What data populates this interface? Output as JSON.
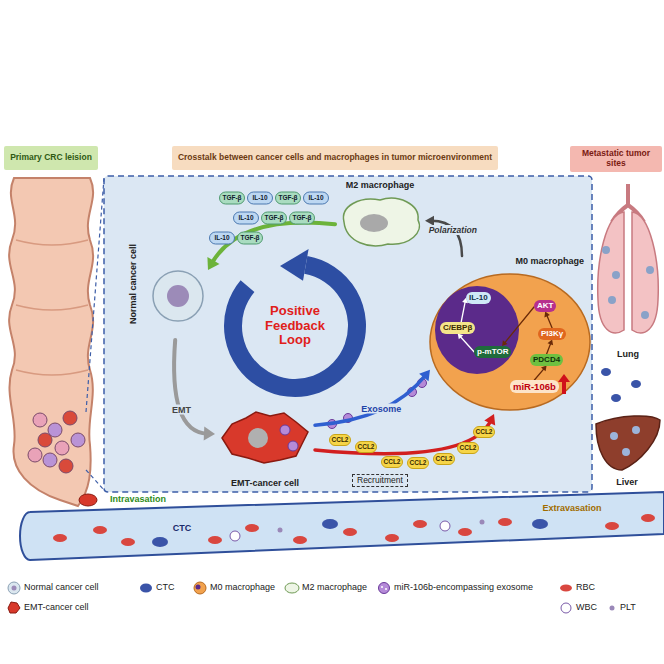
{
  "diagram": {
    "nodes": [
      {
        "text": [
          "Primary CRC leision"
        ]
      },
      {
        "text": [
          "Crosstalk between cancer cells and macrophages in tumor microenvironment"
        ]
      },
      {
        "text": [
          "Metastatic tumor sites"
        ]
      },
      {
        "text": [
          "M2 macrophage"
        ]
      },
      {
        "text": [
          "Positive Feedback Loop"
        ]
      },
      {
        "text": [
          "Normal cancer cell"
        ]
      },
      {
        "text": [
          "EMT-cancer cell"
        ]
      },
      {
        "text": [
          "M0 macrophage"
        ]
      },
      {
        "text": [
          "IL-10"
        ],
        "in": 7
      },
      {
        "text": [
          "C/EBPβ"
        ],
        "in": 7
      },
      {
        "text": [
          "p-mTOR"
        ],
        "in": 7
      },
      {
        "text": [
          "AKT"
        ],
        "in": 7
      },
      {
        "text": [
          "PI3Kγ"
        ],
        "in": 7
      },
      {
        "text": [
          "PDCD4"
        ],
        "in": 7
      },
      {
        "text": [
          "miR-106b"
        ],
        "in": 7
      },
      {
        "text": [
          "Recruitment"
        ]
      },
      {
        "text": [
          "Lung"
        ]
      },
      {
        "text": [
          "Liver"
        ]
      }
    ],
    "edges": [
      {
        "from": 7,
        "to": 3,
        "label": "Polarization",
        "arrow": "to"
      },
      {
        "from": 3,
        "to": 5,
        "arrow": "to"
      },
      {
        "from": 5,
        "to": 6,
        "label": "EMT",
        "arrow": "to"
      },
      {
        "from": 6,
        "to": 7,
        "label": "Exosome",
        "arrow": "to"
      },
      {
        "from": 6,
        "to": 7,
        "arrow": "to"
      },
      {
        "from": 14,
        "to": 13,
        "arrow": "to"
      },
      {
        "from": 13,
        "to": 12,
        "arrow": "to"
      },
      {
        "from": 12,
        "to": 11,
        "arrow": "to"
      },
      {
        "from": 11,
        "to": 10,
        "arrow": "to"
      },
      {
        "from": 10,
        "to": 9,
        "arrow": "to"
      },
      {
        "from": 9,
        "to": 8,
        "arrow": "to"
      }
    ],
    "labels": [
      "TGF-β",
      "IL-10",
      "TGF-β",
      "IL-10",
      "IL-10",
      "TGF-β",
      "TGF-β",
      "IL-10",
      "TGF-β",
      "CCL2",
      "CCL2",
      "CCL2",
      "CCL2",
      "CCL2",
      "CCL2",
      "CCL2",
      "Intravasation",
      "CTC",
      "Extravasation"
    ],
    "legend": [
      {
        "text": "Normal cancer cell"
      },
      {
        "text": "CTC"
      },
      {
        "text": "M0 macrophage"
      },
      {
        "text": "M2 macrophage"
      },
      {
        "text": "miR-106b-encompassing exosome"
      },
      {
        "text": "RBC"
      },
      {
        "text": "EMT-cancer cell"
      },
      {
        "text": "WBC"
      },
      {
        "text": "PLT"
      }
    ]
  }
}
